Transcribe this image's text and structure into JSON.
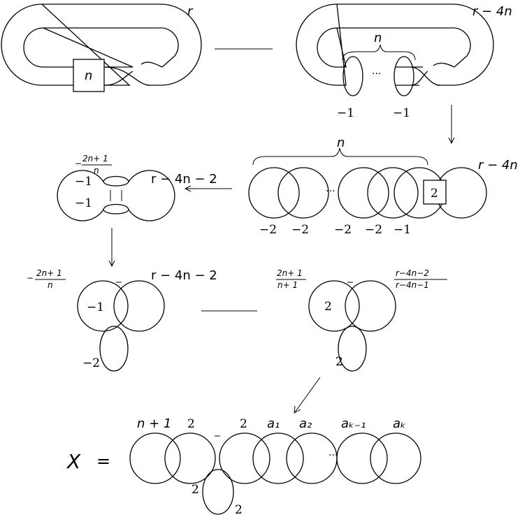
{
  "panel1": {
    "framing": "r",
    "box": "n"
  },
  "panel2": {
    "framing": "r − 4n",
    "brace": "n",
    "left_coef": "−1",
    "right_coef": "−1",
    "dots": "···"
  },
  "panel3": {
    "brace": "n",
    "framing": "r − 4n",
    "box": "2",
    "dots": "···",
    "coefs": [
      "−2",
      "−2",
      "−2",
      "−2",
      "−1"
    ]
  },
  "panel4": {
    "frac_prefix": "−",
    "frac_num": "2n+ 1",
    "frac_den": "n",
    "framing": "r − 4n − 2",
    "clasp_top": "−1",
    "clasp_bottom": "−1"
  },
  "panel5": {
    "frac_prefix": "−",
    "frac_num": "2n+ 1",
    "frac_den": "n",
    "framing": "r − 4n − 2",
    "left_coef": "−1",
    "bottom_coef": "−2"
  },
  "panel6": {
    "frac_num": "2n+ 1",
    "frac_den": "n+ 1",
    "right_frac_num": "r−4n−2",
    "right_frac_den": "r−4n−1",
    "left_coef": "2",
    "bottom_coef": "2"
  },
  "panel7": {
    "lhs": "X",
    "equals": "=",
    "labels": [
      "n + 1",
      "2",
      "2",
      "a₁",
      "a₂",
      "aₖ₋₁",
      "aₖ"
    ],
    "bottom_left": "2",
    "bottom_right": "2",
    "dots": "···"
  }
}
